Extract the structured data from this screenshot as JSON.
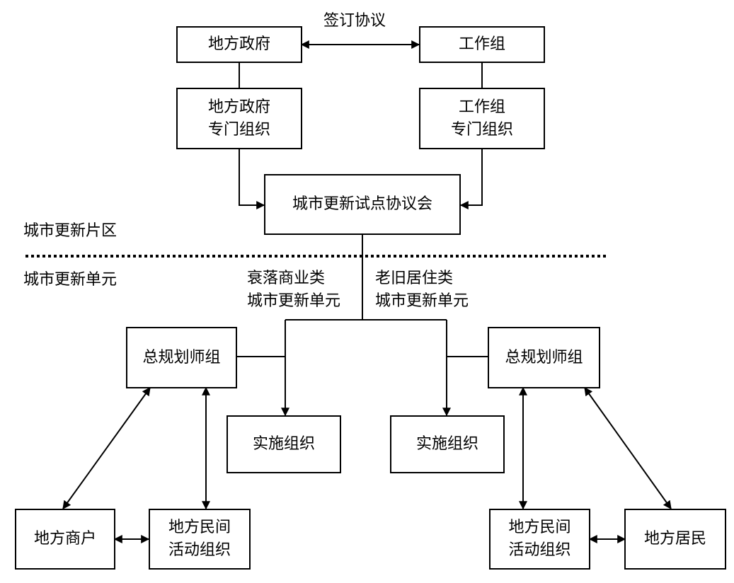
{
  "nodes": {
    "local_gov": [
      "地方政府"
    ],
    "working_group": [
      "工作组"
    ],
    "local_gov_special": [
      "地方政府",
      "专门组织"
    ],
    "working_group_special": [
      "工作组",
      "专门组织"
    ],
    "pilot_council": [
      "城市更新试点协议会"
    ],
    "planner_left": [
      "总规划师组"
    ],
    "planner_right": [
      "总规划师组"
    ],
    "impl_left": [
      "实施组织"
    ],
    "impl_right": [
      "实施组织"
    ],
    "merchants": [
      "地方商户"
    ],
    "civic_left": [
      "地方民间",
      "活动组织"
    ],
    "civic_right": [
      "地方民间",
      "活动组织"
    ],
    "residents": [
      "地方居民"
    ]
  },
  "labels": {
    "agreement": "签订协议",
    "zone": "城市更新片区",
    "unit": "城市更新单元",
    "commercial": [
      "衰落商业类",
      "城市更新单元"
    ],
    "residential": [
      "老旧居住类",
      "城市更新单元"
    ]
  },
  "colors": {
    "line": "#000000",
    "box_border": "#000000",
    "background": "#ffffff"
  }
}
